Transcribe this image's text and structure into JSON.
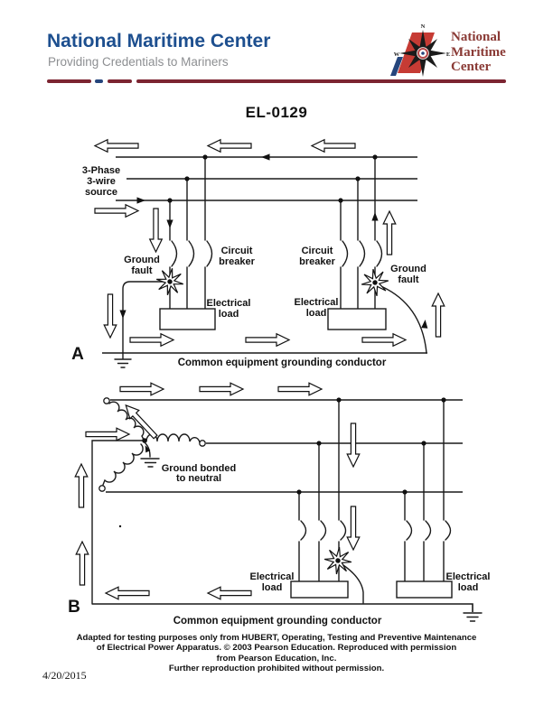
{
  "header": {
    "title": "National Maritime Center",
    "subtitle": "Providing Credentials to Mariners",
    "logo": {
      "line1": "National",
      "line2": "Maritime",
      "line3": "Center"
    },
    "colors": {
      "title_blue": "#1d4f8f",
      "rule_maroon": "#7c2431",
      "rule_navy": "#25457c",
      "logo_red": "#c63b34",
      "logo_text": "#8a3a35"
    }
  },
  "document": {
    "title": "EL-0129",
    "date": "4/20/2015"
  },
  "diagram_a": {
    "label": "A",
    "source_l1": "3-Phase",
    "source_l2": "3-wire",
    "source_l3": "source",
    "ground_fault_l1": "Ground",
    "ground_fault_l2": "fault",
    "circuit_breaker_l1": "Circuit",
    "circuit_breaker_l2": "breaker",
    "electrical_load_l1": "Electrical",
    "electrical_load_l2": "load",
    "grounding_conductor": "Common equipment grounding conductor"
  },
  "diagram_b": {
    "label": "B",
    "ground_bonded_l1": "Ground bonded",
    "ground_bonded_l2": "to neutral",
    "electrical_load_l1": "Electrical",
    "electrical_load_l2": "load",
    "grounding_conductor": "Common equipment grounding conductor"
  },
  "footer": {
    "lines": [
      "Adapted for testing purposes only from HUBERT, Operating, Testing and Preventive Maintenance",
      "of Electrical Power Apparatus. © 2003 Pearson Education. Reproduced with permission",
      "from Pearson Education, Inc.",
      "Further reproduction prohibited without permission."
    ]
  }
}
